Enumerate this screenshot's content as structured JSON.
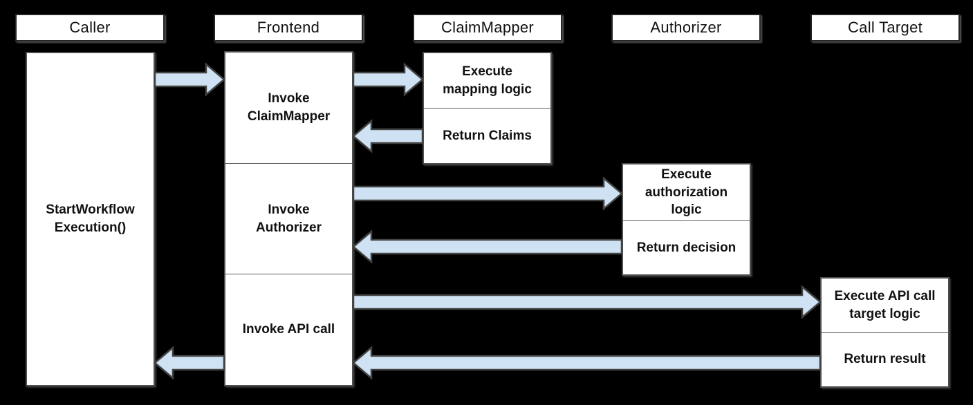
{
  "canvas": {
    "background": "#000000"
  },
  "palette": {
    "canvas_bg": "#000000",
    "box_fill": "#ffffff",
    "box_border": "#4f4f4f",
    "header_border": "#262626",
    "text_color": "#111111",
    "arrow_fill": "#cfe2f3",
    "arrow_outline": "#434343"
  },
  "lifelines": [
    {
      "id": "caller",
      "title": "Caller",
      "segments": [
        {
          "label": "StartWorkflow\nExecution()"
        }
      ]
    },
    {
      "id": "frontend",
      "title": "Frontend",
      "segments": [
        {
          "label": "Invoke\nClaimMapper"
        },
        {
          "label": "Invoke\nAuthorizer"
        },
        {
          "label": "Invoke API call"
        }
      ]
    },
    {
      "id": "claimmapper",
      "title": "ClaimMapper",
      "segments": [
        {
          "label": "Execute\nmapping logic"
        },
        {
          "label": "Return Claims"
        }
      ]
    },
    {
      "id": "authorizer",
      "title": "Authorizer",
      "segments": [
        {
          "label": "Execute\nauthorization\nlogic"
        },
        {
          "label": "Return decision"
        }
      ]
    },
    {
      "id": "calltarget",
      "title": "Call Target",
      "segments": [
        {
          "label": "Execute API call\ntarget logic"
        },
        {
          "label": "Return result"
        }
      ]
    }
  ],
  "flows": [
    {
      "from": "caller",
      "to": "frontend",
      "row": 1
    },
    {
      "from": "frontend",
      "to": "claimmapper",
      "row": 1
    },
    {
      "from": "claimmapper",
      "to": "frontend",
      "row": 2
    },
    {
      "from": "frontend",
      "to": "authorizer",
      "row": 3
    },
    {
      "from": "authorizer",
      "to": "frontend",
      "row": 4
    },
    {
      "from": "frontend",
      "to": "calltarget",
      "row": 5
    },
    {
      "from": "calltarget",
      "to": "frontend",
      "row": 6
    },
    {
      "from": "frontend",
      "to": "caller",
      "row": 6
    }
  ]
}
